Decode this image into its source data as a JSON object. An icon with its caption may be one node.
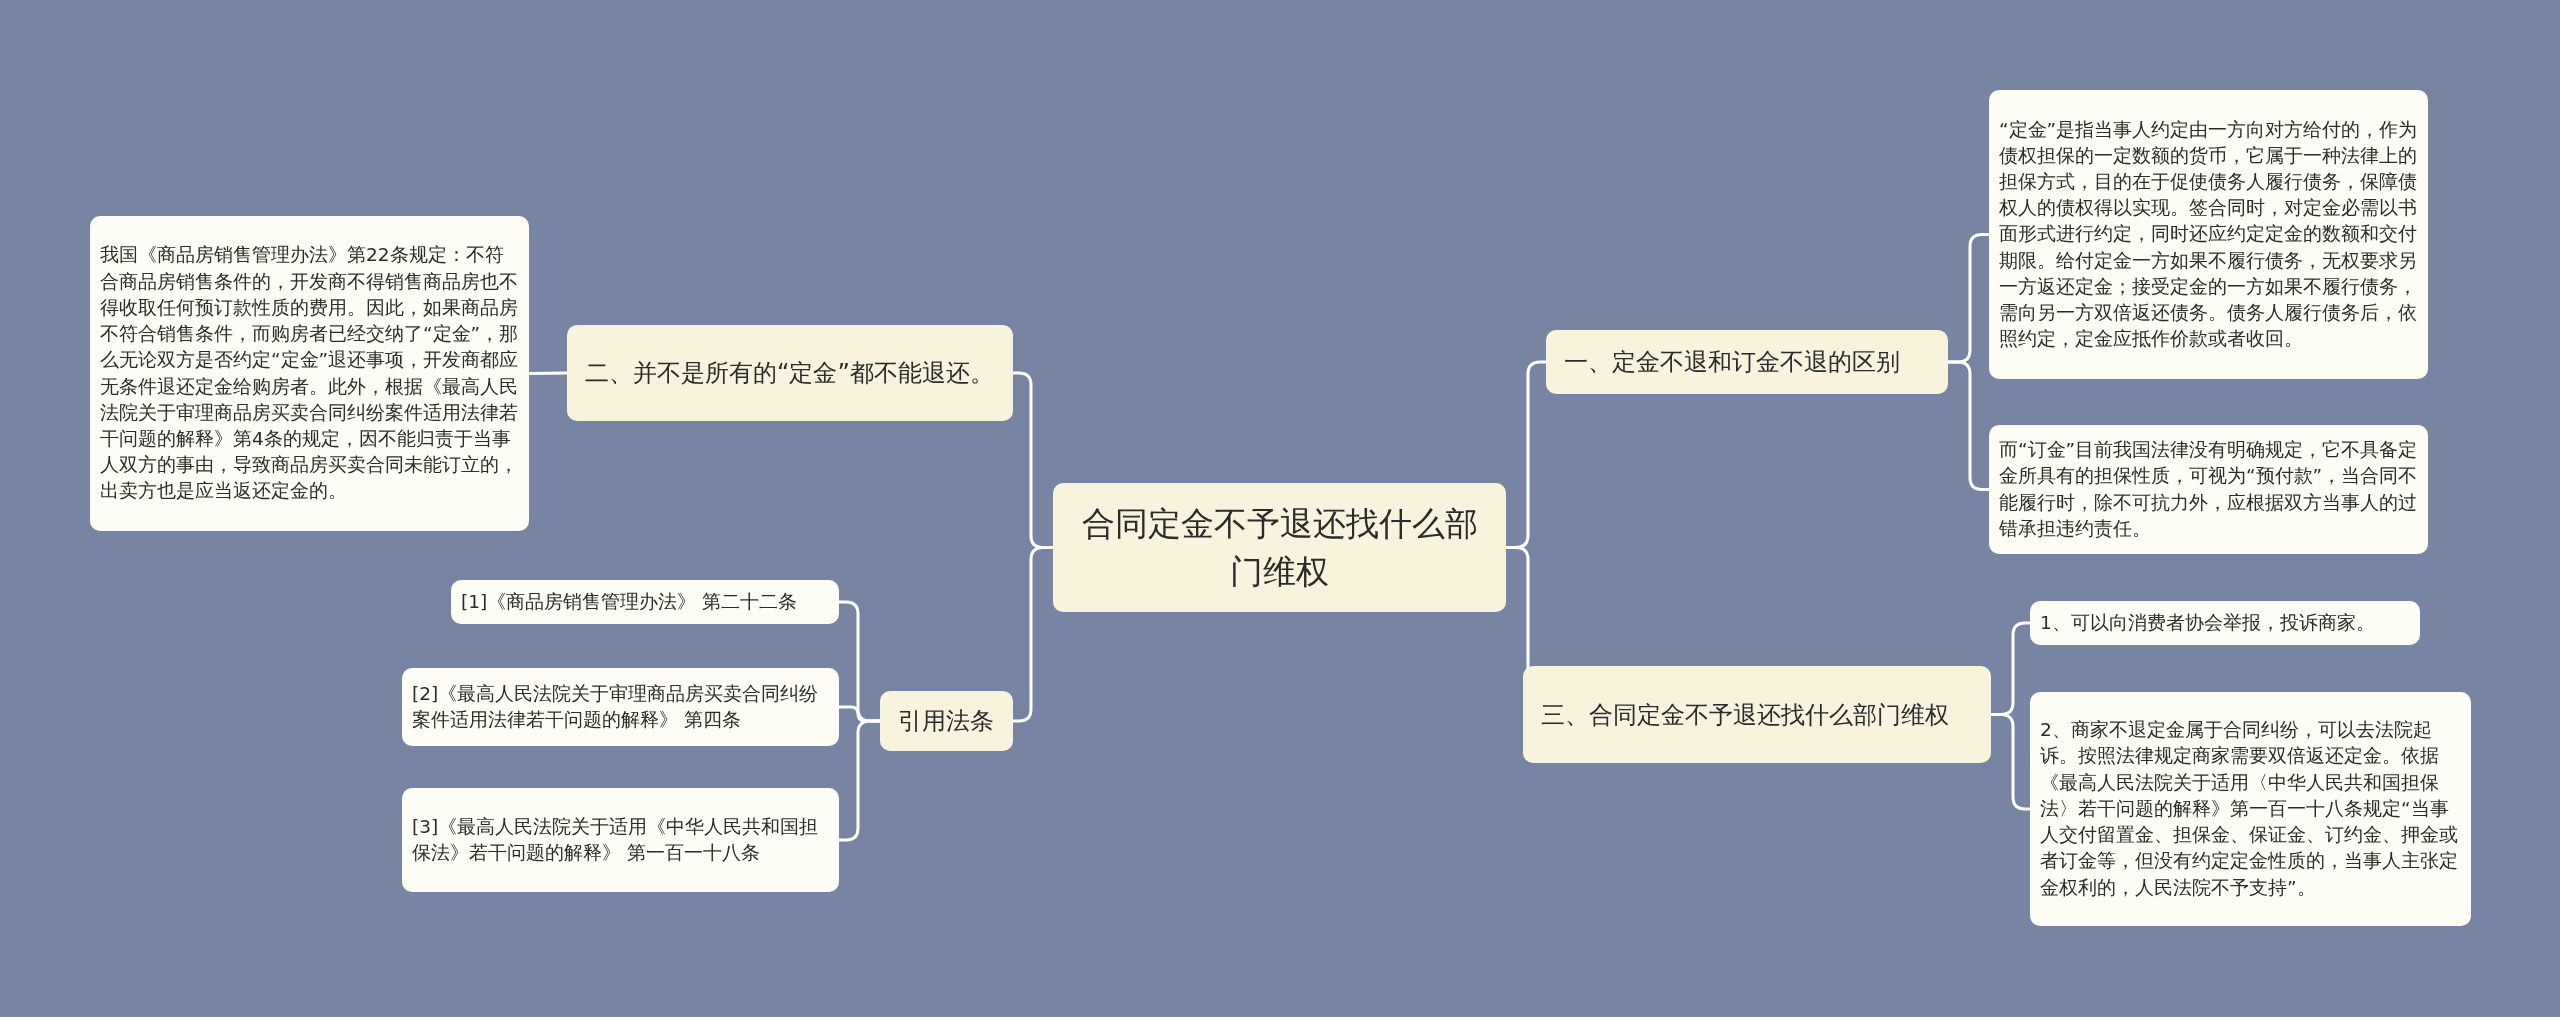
{
  "diagram": {
    "nodes": [
      {
        "text": [
          "合同定金不予退还找什么部门维权"
        ]
      },
      {
        "text": [
          "二、并不是所有的“定金”都不能退还。"
        ]
      },
      {
        "text": [
          "我国《商品房销售管理办法》第22条规定：不符合商品房销售条件的，开发商不得销售商品房也不得收取任何预订款性质的费用。因此，如果商品房不符合销售条件，而购房者已经交纳了“定金”，那么无论双方是否约定“定金”退还事项，开发商都应无条件退还定金给购房者。此外，根据《最高人民法院关于审理商品房买卖合同纠纷案件适用法律若干问题的解释》第4条的规定，因不能归责于当事人双方的事由，导致商品房买卖合同未能订立的，出卖方也是应当返还定金的。"
        ]
      },
      {
        "text": [
          "引用法条"
        ]
      },
      {
        "text": [
          "[1]《商品房销售管理办法》 第二十二条"
        ]
      },
      {
        "text": [
          "[2]《最高人民法院关于审理商品房买卖合同纠纷案件适用法律若干问题的解释》 第四条"
        ]
      },
      {
        "text": [
          "[3]《最高人民法院关于适用《中华人民共和国担保法》若干问题的解释》 第一百一十八条"
        ]
      },
      {
        "text": [
          "一、定金不退和订金不退的区别"
        ]
      },
      {
        "text": [
          "“定金”是指当事人约定由一方向对方给付的，作为债权担保的一定数额的货币，它属于一种法律上的担保方式，目的在于促使债务人履行债务，保障债权人的债权得以实现。签合同时，对定金必需以书面形式进行约定，同时还应约定定金的数额和交付期限。给付定金一方如果不履行债务，无权要求另一方返还定金；接受定金的一方如果不履行债务，需向另一方双倍返还债务。债务人履行债务后，依照约定，定金应抵作价款或者收回。"
        ]
      },
      {
        "text": [
          "而“订金”目前我国法律没有明确规定，它不具备定金所具有的担保性质，可视为“预付款”，当合同不能履行时，除不可抗力外，应根据双方当事人的过错承担违约责任。"
        ]
      },
      {
        "text": [
          "三、合同定金不予退还找什么部门维权"
        ]
      },
      {
        "text": [
          "1、可以向消费者协会举报，投诉商家。"
        ]
      },
      {
        "text": [
          "2、商家不退定金属于合同纠纷，可以去法院起诉。按照法律规定商家需要双倍返还定金。依据《最高人民法院关于适用〈中华人民共和国担保法〉若干问题的解释》第一百一十八条规定“当事人交付留置金、担保金、保证金、订约金、押金或者订金等，但没有约定定金性质的，当事人主张定金权利的，人民法院不予支持”。"
        ]
      }
    ],
    "edges": [
      {
        "from": 0,
        "to": 1,
        "arrow": "none"
      },
      {
        "from": 1,
        "to": 2,
        "arrow": "none"
      },
      {
        "from": 0,
        "to": 3,
        "arrow": "none"
      },
      {
        "from": 3,
        "to": 4,
        "arrow": "none"
      },
      {
        "from": 3,
        "to": 5,
        "arrow": "none"
      },
      {
        "from": 3,
        "to": 6,
        "arrow": "none"
      },
      {
        "from": 0,
        "to": 7,
        "arrow": "none"
      },
      {
        "from": 7,
        "to": 8,
        "arrow": "none"
      },
      {
        "from": 7,
        "to": 9,
        "arrow": "none"
      },
      {
        "from": 0,
        "to": 10,
        "arrow": "none"
      },
      {
        "from": 10,
        "to": 11,
        "arrow": "none"
      },
      {
        "from": 10,
        "to": 12,
        "arrow": "none"
      }
    ]
  }
}
